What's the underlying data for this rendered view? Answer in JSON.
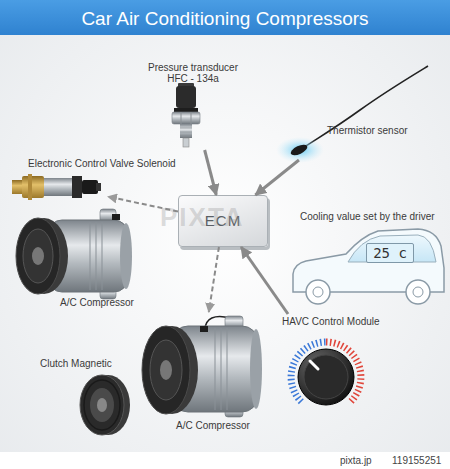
{
  "diagram": {
    "title": "Car Air Conditioning Compressors",
    "nodes": [
      {
        "text": [
          "Pressure transducer",
          "HFC - 134a"
        ]
      },
      {
        "text": [
          "Thermistor sensor"
        ]
      },
      {
        "text": [
          "Electronic Control Valve Solenoid"
        ]
      },
      {
        "text": [
          "ECM"
        ]
      },
      {
        "text": [
          "A/C Compressor"
        ]
      },
      {
        "text": [
          "Cooling value set by the driver"
        ]
      },
      {
        "text": [
          "25 c"
        ],
        "in": 5
      },
      {
        "text": [
          "HAVC Control Module"
        ]
      },
      {
        "text": [
          "Clutch Magnetic"
        ]
      },
      {
        "text": [
          "A/C Compressor"
        ]
      }
    ],
    "edges": [
      {
        "from": 0,
        "to": 3,
        "arrow": "to"
      },
      {
        "from": 1,
        "to": 3,
        "arrow": "to"
      },
      {
        "from": 3,
        "to": 2,
        "arrow": "to"
      },
      {
        "from": 7,
        "to": 3,
        "arrow": "to"
      },
      {
        "from": 3,
        "to": 9,
        "arrow": "to"
      }
    ],
    "labels": [
      "PIXTA",
      "pixta.jp",
      "119155251"
    ]
  }
}
